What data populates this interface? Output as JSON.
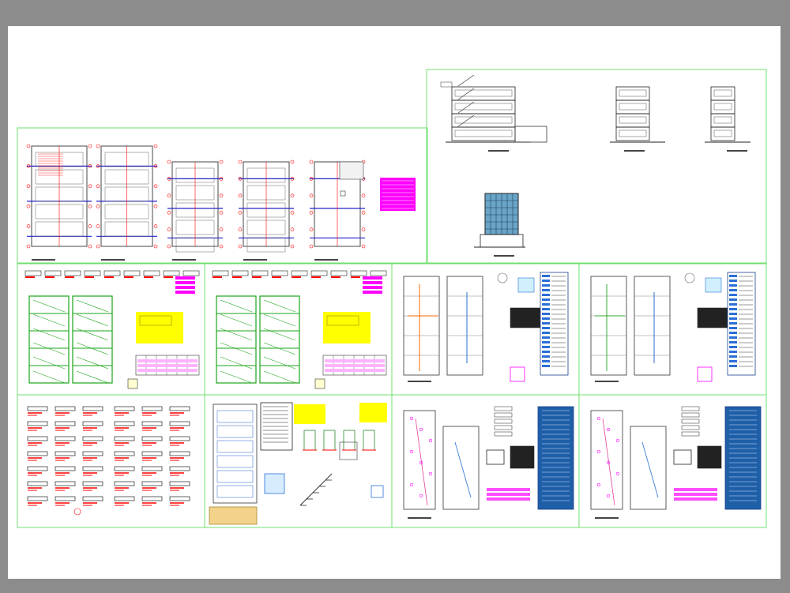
{
  "colors": {
    "background": "#8c8c8c",
    "sheet": "#ffffff",
    "frame": "#6fe06f",
    "plan_green": "#1aa51a",
    "dimension_red": "#ff0000",
    "axis_blue": "#2222cc",
    "magenta": "#ff00ff",
    "yellow": "#ffff00",
    "table_blue": "#1f5fa8",
    "glass": "#6aa5c8"
  },
  "panels": [
    {
      "id": "floor-plans",
      "content": "architectural-floor-plans"
    },
    {
      "id": "elevations",
      "content": "sections-and-elevations"
    },
    {
      "id": "foundation-a",
      "content": "foundation-plan"
    },
    {
      "id": "foundation-b",
      "content": "foundation-plan"
    },
    {
      "id": "plumbing-a",
      "content": "water-supply-plan"
    },
    {
      "id": "plumbing-b",
      "content": "drainage-plan"
    },
    {
      "id": "beam-details",
      "content": "structural-details"
    },
    {
      "id": "slab-details",
      "content": "slab-and-stair-details"
    },
    {
      "id": "electrical-a",
      "content": "electrical-plan"
    },
    {
      "id": "electrical-b",
      "content": "electrical-plan"
    }
  ]
}
